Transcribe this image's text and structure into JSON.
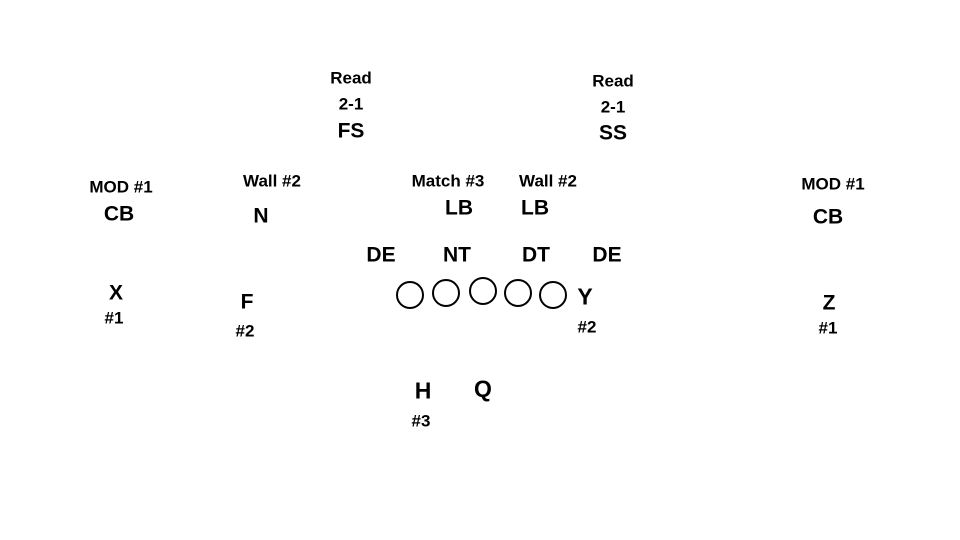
{
  "defense": {
    "fs": {
      "note": "Read",
      "rule": "2-1",
      "label": "FS"
    },
    "ss": {
      "note": "Read",
      "rule": "2-1",
      "label": "SS"
    },
    "cb_left": {
      "note": "MOD #1",
      "label": "CB"
    },
    "cb_right": {
      "note": "MOD #1",
      "label": "CB"
    },
    "nickel": {
      "note": "Wall #2",
      "label": "N"
    },
    "lb_left": {
      "note": "Match #3",
      "label": "LB"
    },
    "lb_right": {
      "note": "Wall #2",
      "label": "LB"
    },
    "line": [
      "DE",
      "NT",
      "DT",
      "DE"
    ]
  },
  "offense": {
    "x": {
      "label": "X",
      "number": "#1"
    },
    "f": {
      "label": "F",
      "number": "#2"
    },
    "y": {
      "label": "Y",
      "number": "#2"
    },
    "z": {
      "label": "Z",
      "number": "#1"
    },
    "h": {
      "label": "H",
      "number": "#3"
    },
    "q": {
      "label": "Q"
    },
    "ol_count": 5
  }
}
